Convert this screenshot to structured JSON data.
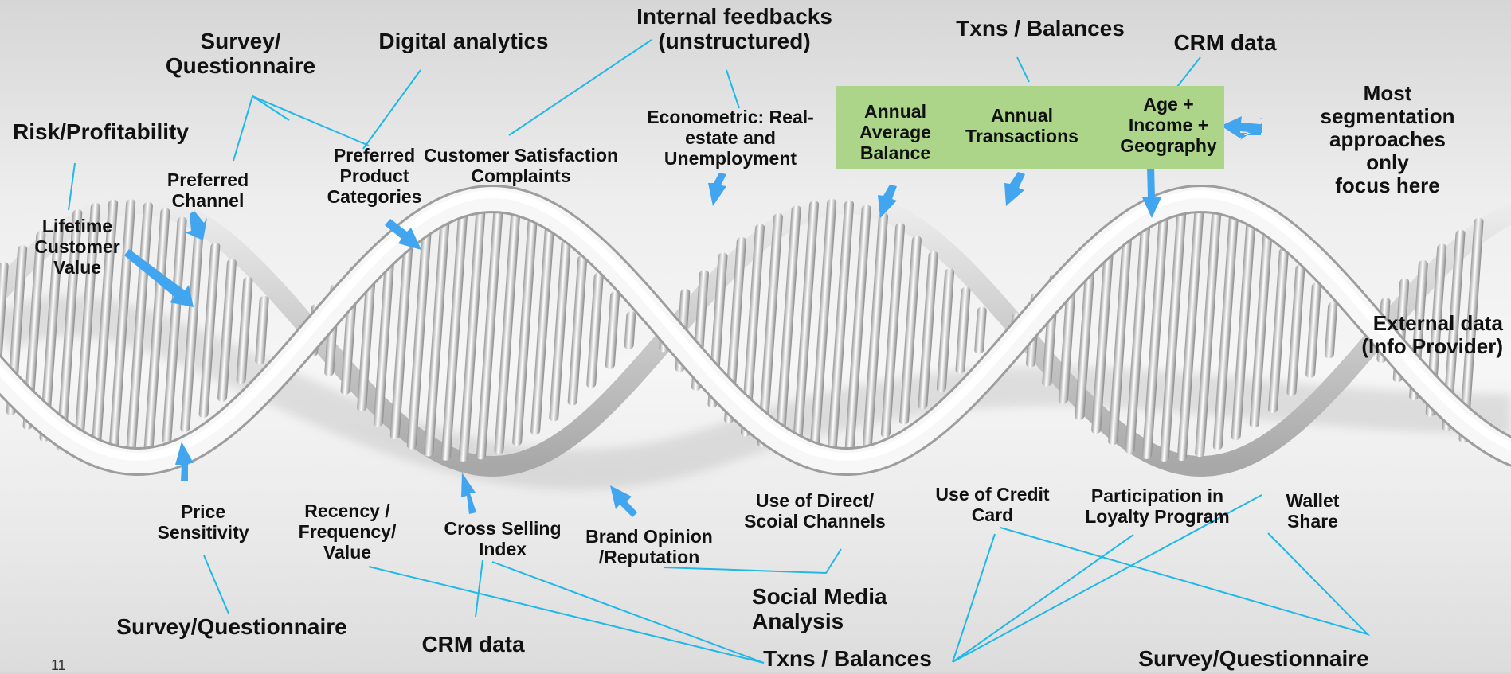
{
  "labels": {
    "survey_top": "Survey/\nQuestionnaire",
    "digital_analytics": "Digital analytics",
    "internal_feedbacks": "Internal feedbacks\n(unstructured)",
    "txns_top": "Txns / Balances",
    "crm_top": "CRM data",
    "risk": "Risk/Profitability",
    "preferred_channel": "Preferred\nChannel",
    "preferred_product": "Preferred\nProduct\nCategories",
    "cust_sat": "Customer Satisfaction\nComplaints",
    "econometric": "Econometric: Real-\nestate and\nUnemployment",
    "annual_avg_balance": "Annual\nAverage\nBalance",
    "annual_transactions": "Annual\nTransactions",
    "age_income_geo": "Age +\nIncome +\nGeography",
    "most_segmentation": "Most segmentation\napproaches only\nfocus here",
    "lifetime_value": "Lifetime\nCustomer\nValue",
    "external_data": "External data\n(Info Provider)",
    "price_sensitivity": "Price\nSensitivity",
    "rfv": "Recency /\nFrequency/\nValue",
    "cross_selling": "Cross Selling\nIndex",
    "brand_opinion": "Brand Opinion\n/Reputation",
    "direct_social": "Use of Direct/\nScoial Channels",
    "credit_card": "Use of Credit\nCard",
    "loyalty": "Participation in\nLoyalty Program",
    "wallet_share": "Wallet\nShare",
    "survey_bottom_left": "Survey/Questionnaire",
    "social_media": "Social Media\nAnalysis",
    "crm_bottom": "CRM data",
    "txns_bottom": "Txns / Balances",
    "survey_bottom_right": "Survey/Questionnaire",
    "slide_number": "11"
  },
  "colors": {
    "connector": "#1fb8e9",
    "arrow": "#42a5f0",
    "highlight_box": "#acd58a",
    "helix": "#f4f4f4"
  }
}
